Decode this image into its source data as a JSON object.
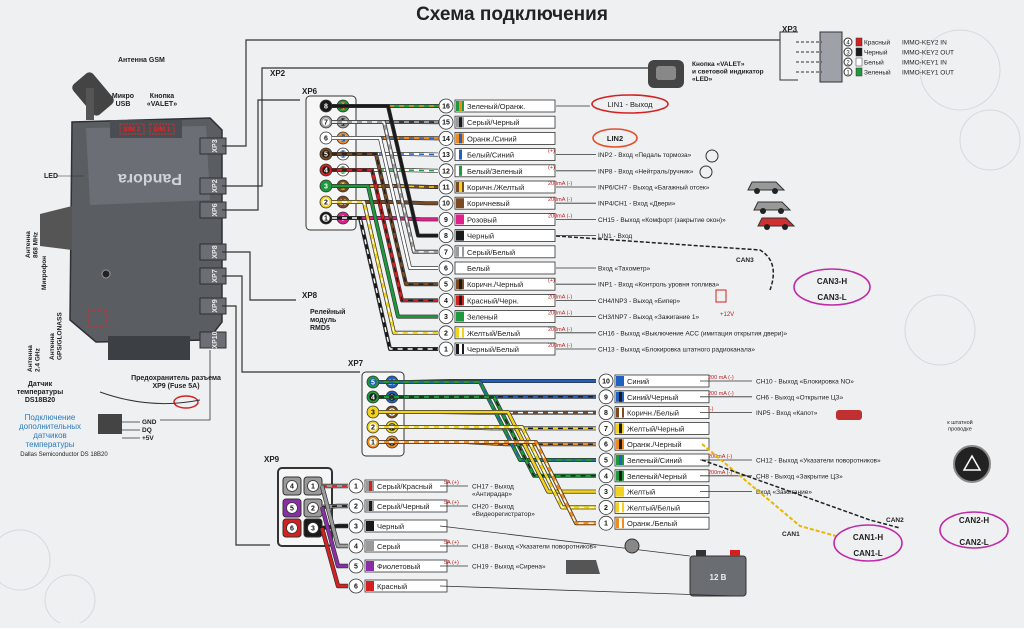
{
  "title": "Схема подключения",
  "unit": {
    "brand": "Pandora",
    "gsm_antenna": "Антенна GSM",
    "micro_usb": "Микро\nUSB",
    "valet_btn": "Кнопка\n«VALET»",
    "sim1": "SIM 1",
    "sim2": "SIM 2",
    "led": "LED",
    "ant868": "Антенна\n868 MHz",
    "mic": "Микрофон",
    "gps": "Антенна\nGPS/GLONASS",
    "ant24": "Антенна\n2.4 GHz",
    "temp_sensor": "Датчик\nтемпературы\nDS18B20",
    "fuse": "Предохранитель разъема\nXP9 (Fuse 5A)",
    "extra_sensors": "Подключение\nдополнительных\nдатчиков\nтемпературы",
    "dallas": "Dallas Semiconductor DS 18B20",
    "gnd": "GND",
    "dq": "DQ",
    "plus5": "+5V",
    "ports": [
      "XP3",
      "XP2",
      "XP6",
      "XP8",
      "XP7",
      "XP9",
      "XP10"
    ]
  },
  "xp2": {
    "label": "XP2",
    "valet": "Кнопка «VALET»\nи световой индикатор\n«LED»"
  },
  "xp3": {
    "label": "XP3",
    "pins": [
      {
        "n": "4",
        "color": "Красный",
        "signal": "IMMO-KEY2 IN",
        "hex": "#d62020"
      },
      {
        "n": "3",
        "color": "Черный",
        "signal": "IMMO-KEY2 OUT",
        "hex": "#1a1a1a"
      },
      {
        "n": "2",
        "color": "Белый",
        "signal": "IMMO-KEY1 IN",
        "hex": "#ffffff"
      },
      {
        "n": "1",
        "color": "Зеленый",
        "signal": "IMMO-KEY1 OUT",
        "hex": "#1e9a3c"
      }
    ]
  },
  "xp6": {
    "label": "XP6",
    "pins": [
      {
        "n": "16",
        "color": "Зеленый/Оранж.",
        "func": "",
        "hex": "#1e9a3c",
        "hex2": "#f08c1e"
      },
      {
        "n": "15",
        "color": "Серый/Черный",
        "func": "",
        "hex": "#9a9a9a",
        "hex2": "#1a1a1a"
      },
      {
        "n": "14",
        "color": "Оранж./Синий",
        "func": "",
        "hex": "#f08c1e",
        "hex2": "#2060c0"
      },
      {
        "n": "13",
        "color": "Белый/Синий",
        "func": "INP2 - Вход «Педаль тормоза»",
        "cur": "(+)",
        "hex": "#ffffff",
        "hex2": "#2060c0"
      },
      {
        "n": "12",
        "color": "Белый/Зеленый",
        "func": "INP8 - Вход «Нейтраль/ручник»",
        "cur": "(+)",
        "hex": "#ffffff",
        "hex2": "#1e9a3c"
      },
      {
        "n": "11",
        "color": "Коричн./Желтый",
        "func": "INP6/CH7 - Выход «Багажный отсек»",
        "cur": "200mA (-)",
        "hex": "#7a4a22",
        "hex2": "#f2d21e"
      },
      {
        "n": "10",
        "color": "Коричневый",
        "func": "INP4/CH1 - Вход «Двери»",
        "cur": "200mA (-)",
        "hex": "#7a4a22",
        "hex2": ""
      },
      {
        "n": "9",
        "color": "Розовый",
        "func": "CH15 - Выход «Комфорт (закрытие окон)»",
        "cur": "200mA (-)",
        "hex": "#e0208c",
        "hex2": ""
      },
      {
        "n": "8",
        "color": "Черный",
        "func": "LIN1 - Вход",
        "cur": "",
        "hex": "#1a1a1a",
        "hex2": ""
      },
      {
        "n": "7",
        "color": "Серый/Белый",
        "func": "",
        "cur": "",
        "hex": "#9a9a9a",
        "hex2": "#ffffff"
      },
      {
        "n": "6",
        "color": "Белый",
        "func": "Вход «Тахометр»",
        "cur": "",
        "hex": "#ffffff",
        "hex2": ""
      },
      {
        "n": "5",
        "color": "Коричн./Черный",
        "func": "INP1 - Вход «Контроль уровня топлива»",
        "cur": "(+)",
        "hex": "#7a4a22",
        "hex2": "#1a1a1a"
      },
      {
        "n": "4",
        "color": "Красный/Черн.",
        "func": "CH4/INP3 - Выход «Бипер»",
        "cur": "200mA (-)",
        "hex": "#d62020",
        "hex2": "#1a1a1a"
      },
      {
        "n": "3",
        "color": "Зеленый",
        "func": "CH3/INP7 - Выход «Зажигание 1»",
        "cur": "200mA (-)",
        "hex": "#1e9a3c",
        "hex2": ""
      },
      {
        "n": "2",
        "color": "Желтый/Белый",
        "func": "CH16 - Выход «Выключение АСС (имитация открытия двери)»",
        "cur": "200mA (-)",
        "hex": "#f2d21e",
        "hex2": "#ffffff"
      },
      {
        "n": "1",
        "color": "Черный/Белый",
        "func": "CH13 - Выход «Блокировка штатного радиоканала»",
        "cur": "200mA (-)",
        "hex": "#1a1a1a",
        "hex2": "#ffffff"
      }
    ],
    "lin1": "LIN1 - Выход",
    "lin2": "LIN2",
    "can3": "CAN3",
    "can3h": "CAN3-H",
    "can3l": "CAN3-L",
    "plus12": "+12V"
  },
  "xp8": {
    "label": "XP8",
    "relay": "Релейный\nмодуль\nRMD5"
  },
  "xp7": {
    "label": "XP7",
    "pins": [
      {
        "n": "10",
        "color": "Синий",
        "func": "CH10 - Выход «Блокировка NO»",
        "cur": "200 mA (-)",
        "hex": "#2060c0",
        "hex2": ""
      },
      {
        "n": "9",
        "color": "Синий/Черный",
        "func": "CH6 - Выход «Открытие ЦЗ»",
        "cur": "200 mA (-)",
        "hex": "#2060c0",
        "hex2": "#1a1a1a"
      },
      {
        "n": "8",
        "color": "Коричн./Белый",
        "func": "INP5 - Вход «Капот»",
        "cur": "(-)",
        "hex": "#7a4a22",
        "hex2": "#ffffff"
      },
      {
        "n": "7",
        "color": "Желтый/Черный",
        "func": "",
        "cur": "",
        "hex": "#f2d21e",
        "hex2": "#1a1a1a"
      },
      {
        "n": "6",
        "color": "Оранж./Черный",
        "func": "",
        "cur": "",
        "hex": "#f08c1e",
        "hex2": "#1a1a1a"
      },
      {
        "n": "5",
        "color": "Зеленый/Синий",
        "func": "CH12 - Выход «Указатели поворотников»",
        "cur": "200mA (-)",
        "hex": "#1e9a3c",
        "hex2": "#2060c0"
      },
      {
        "n": "4",
        "color": "Зеленый/Черный",
        "func": "CH8 - Выход «Закрытие ЦЗ»",
        "cur": "200mA (-)",
        "hex": "#1e9a3c",
        "hex2": "#1a1a1a"
      },
      {
        "n": "3",
        "color": "Желтый",
        "func": "Вход «Зажигание»",
        "cur": "",
        "hex": "#f2d21e",
        "hex2": ""
      },
      {
        "n": "2",
        "color": "Желтый/Белый",
        "func": "",
        "cur": "",
        "hex": "#f2d21e",
        "hex2": "#ffffff"
      },
      {
        "n": "1",
        "color": "Оранж./Белый",
        "func": "",
        "cur": "",
        "hex": "#f08c1e",
        "hex2": "#ffffff"
      }
    ],
    "can1": "CAN1",
    "can2": "CAN2",
    "can1h": "CAN1-H",
    "can1l": "CAN1-L",
    "can2h": "CAN2-H",
    "can2l": "CAN2-L",
    "wire_note": "к штатной\nпроводке"
  },
  "xp9": {
    "label": "XP9",
    "pins": [
      {
        "n": "1",
        "color": "Серый/Красный",
        "func": "CH17 - Выход\n«Антирадар»",
        "cur": "5A (+)",
        "hex": "#9a9a9a",
        "hex2": "#d62020"
      },
      {
        "n": "2",
        "color": "Серый/Черный",
        "func": "CH20 - Выход\n«Видеорегистратор»",
        "cur": "5A (+)",
        "hex": "#9a9a9a",
        "hex2": "#1a1a1a"
      },
      {
        "n": "3",
        "color": "Черный",
        "func": "",
        "cur": "",
        "hex": "#1a1a1a",
        "hex2": ""
      },
      {
        "n": "4",
        "color": "Серый",
        "func": "CH18 - Выход «Указатели поворотников»",
        "cur": "5A (+)",
        "hex": "#9a9a9a",
        "hex2": ""
      },
      {
        "n": "5",
        "color": "Фиолетовый",
        "func": "CH19 - Выход «Сирена»",
        "cur": "5A (+)",
        "hex": "#8a2ea8",
        "hex2": ""
      },
      {
        "n": "6",
        "color": "Красный",
        "func": "",
        "cur": "",
        "hex": "#d62020",
        "hex2": ""
      }
    ],
    "battery": "12 В"
  }
}
